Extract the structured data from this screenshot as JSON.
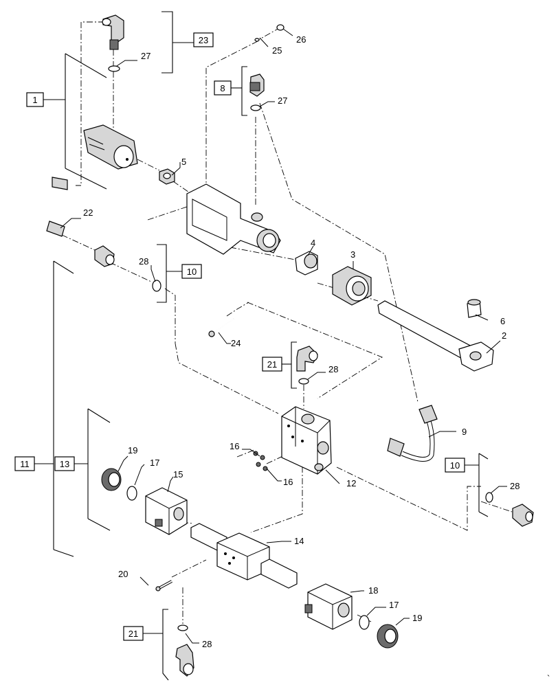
{
  "group_labels": {
    "g1": "1",
    "g8": "8",
    "g10a": "10",
    "g10b": "10",
    "g11": "11",
    "g13": "13",
    "g21a": "21",
    "g21b": "21",
    "g23": "23"
  },
  "part_labels": {
    "p2": "2",
    "p3": "3",
    "p4": "4",
    "p5": "5",
    "p6": "6",
    "p9": "9",
    "p12": "12",
    "p14": "14",
    "p15": "15",
    "p16a": "16",
    "p16b": "16",
    "p17a": "17",
    "p17b": "17",
    "p18": "18",
    "p19a": "19",
    "p19b": "19",
    "p20": "20",
    "p22": "22",
    "p24": "24",
    "p25": "25",
    "p26": "26",
    "p27a": "27",
    "p27b": "27",
    "p28a": "28",
    "p28b": "28",
    "p28c": "28",
    "p28d": "28"
  },
  "corner_mark": "`"
}
